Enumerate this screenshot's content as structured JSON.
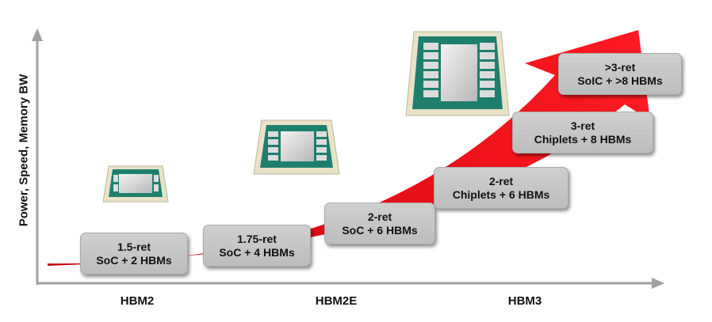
{
  "axis": {
    "y_label": "Power, Speed, Memory BW",
    "x_labels": [
      "HBM2",
      "HBM2E",
      "HBM3"
    ]
  },
  "steps": [
    {
      "line1": "1.5-ret",
      "line2": "SoC + 2 HBMs"
    },
    {
      "line1": "1.75-ret",
      "line2": "SoC + 4 HBMs"
    },
    {
      "line1": "2-ret",
      "line2": "SoC + 6 HBMs"
    },
    {
      "line1": "2-ret",
      "line2": "Chiplets + 6 HBMs"
    },
    {
      "line1": "3-ret",
      "line2": "Chiplets + 8 HBMs"
    },
    {
      "line1": ">3-ret",
      "line2": "SoIC + >8 HBMs"
    }
  ],
  "colors": {
    "arrow": "#e30613",
    "axis": "#a0a0a0",
    "box": "#c6c6c6",
    "package_green": "#1f7f6e",
    "package_board": "#e8e3c8"
  },
  "icons": [
    "hbm2-package-icon",
    "hbm2e-package-icon",
    "hbm3-package-icon"
  ]
}
